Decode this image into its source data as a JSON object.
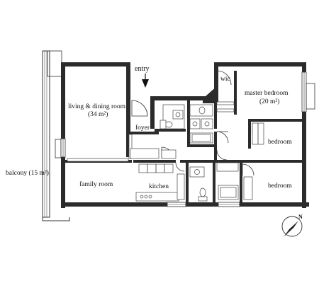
{
  "plan": {
    "rooms": {
      "living": {
        "name": "living & dining room",
        "area": "(34 m²)"
      },
      "foyer": {
        "name": "foyer"
      },
      "wic": {
        "name": "wic"
      },
      "master": {
        "name": "master bedroom",
        "area": "(20 m²)"
      },
      "bedroom2": {
        "name": "bedroom"
      },
      "bedroom3": {
        "name": "bedroom"
      },
      "family": {
        "name": "family room"
      },
      "kitchen": {
        "name": "kitchen"
      },
      "balcony": {
        "name": "balcony (15 m²)"
      }
    },
    "entry": {
      "label": "entry"
    },
    "compass": {
      "label": "N"
    }
  }
}
